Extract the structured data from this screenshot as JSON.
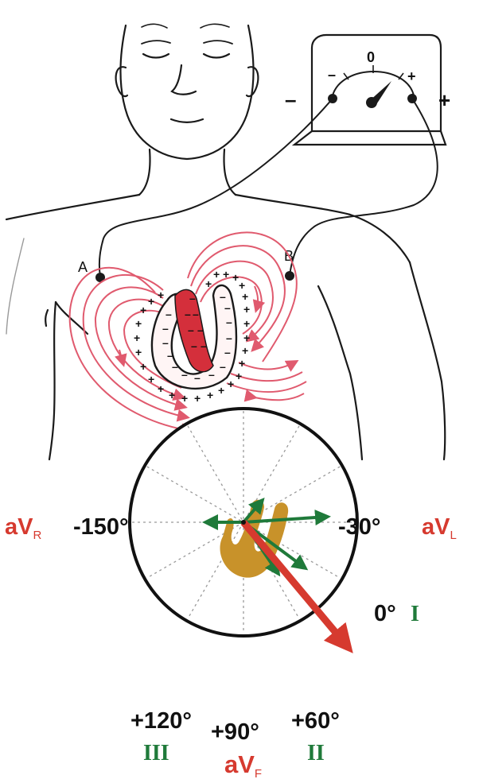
{
  "colors": {
    "skin_line": "#1a1a1a",
    "field": "#e05a6e",
    "heart_red": "#d42f3b",
    "lead_green": "#1f7a3a",
    "aug_red": "#d63a2f",
    "heart_gold": "#c8922a",
    "black": "#111111"
  },
  "torso": {
    "meter": {
      "zero_label": "0",
      "minus_inner": "–",
      "plus_inner": "+",
      "minus_outer": "–",
      "plus_outer": "+"
    },
    "electrode_a": "A",
    "electrode_b": "B",
    "charge_plus": "+",
    "charge_minus": "–"
  },
  "hexaxial": {
    "angles": {
      "neg150": "-150°",
      "neg30": "-30°",
      "zero": "0°",
      "pos60": "+60°",
      "pos90": "+90°",
      "pos120": "+120°"
    },
    "leads": {
      "avr_main": "aV",
      "avr_sub": "R",
      "avl_main": "aV",
      "avl_sub": "L",
      "avf_main": "aV",
      "avf_sub": "F",
      "lead_i": "I",
      "lead_ii": "II",
      "lead_iii": "III"
    }
  }
}
